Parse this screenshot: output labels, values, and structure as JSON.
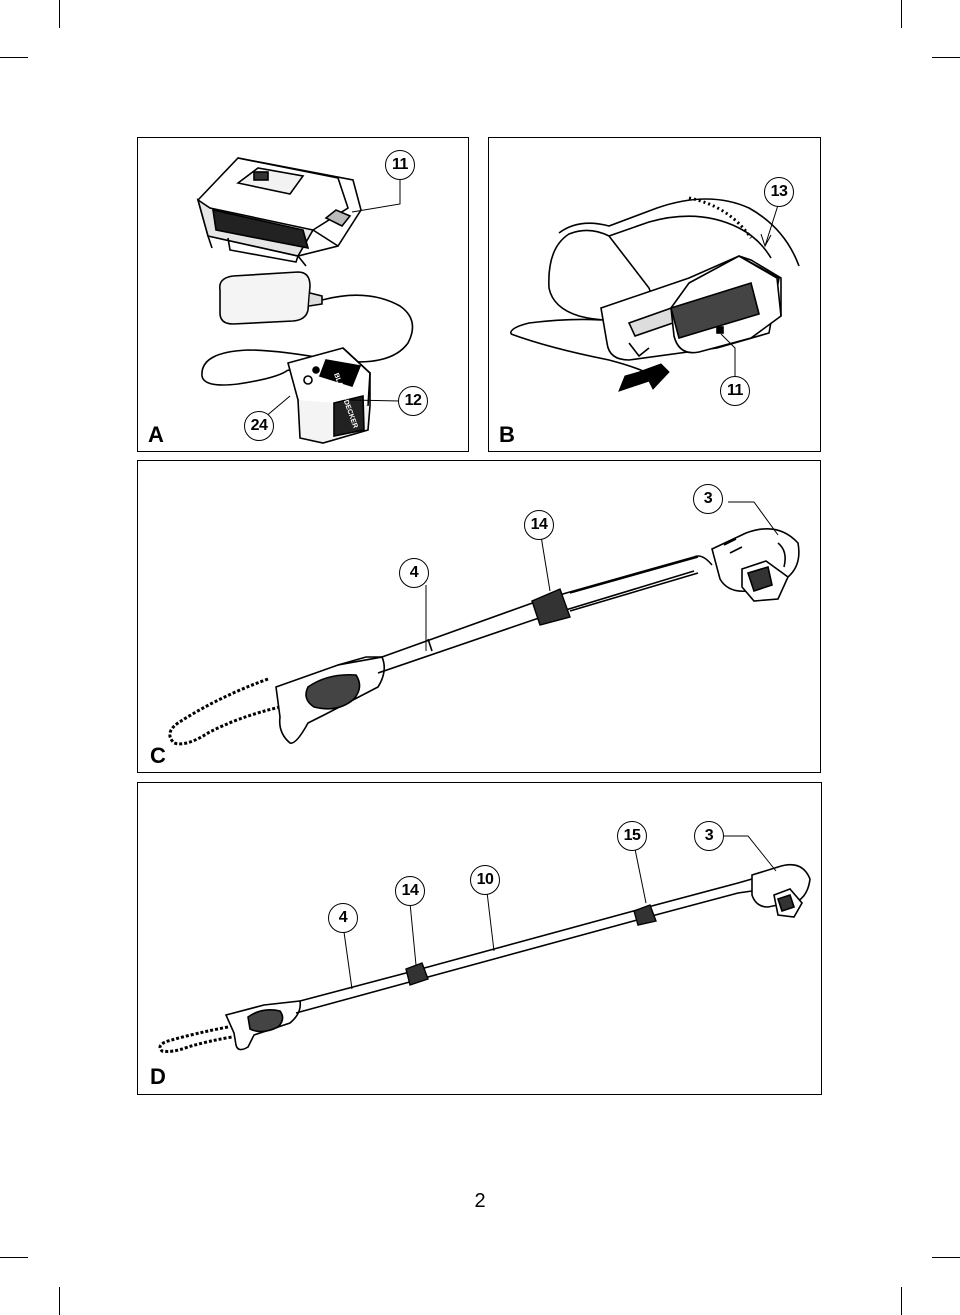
{
  "page": {
    "number": "2"
  },
  "panels": {
    "A": {
      "letter": "A",
      "callouts": [
        "11",
        "12",
        "24"
      ],
      "brand_logo_text": "BLACK+DECKER"
    },
    "B": {
      "letter": "B",
      "callouts": [
        "13",
        "11"
      ]
    },
    "C": {
      "letter": "C",
      "callouts": [
        "3",
        "14",
        "4"
      ]
    },
    "D": {
      "letter": "D",
      "callouts": [
        "15",
        "3",
        "14",
        "10",
        "4"
      ]
    }
  }
}
